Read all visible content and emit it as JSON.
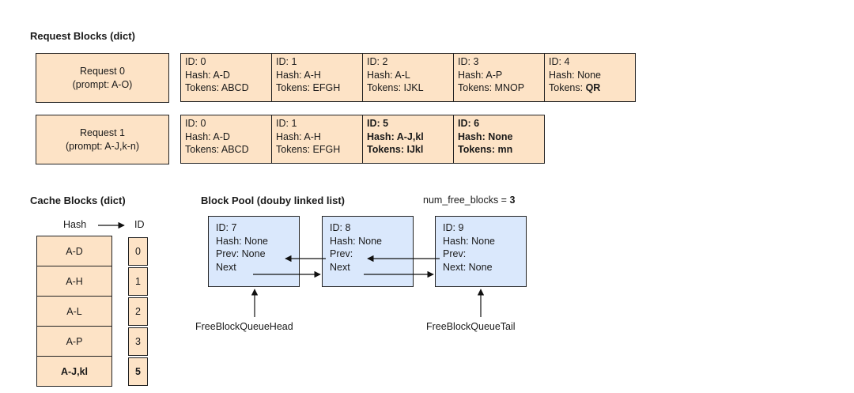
{
  "request_section": {
    "title": "Request Blocks (dict)",
    "requests": [
      {
        "name": "Request 0",
        "prompt": "(prompt: A-O)",
        "blocks": [
          {
            "id": "ID: 0",
            "hash": "Hash: A-D",
            "tokens": "Tokens: ABCD",
            "bold": false
          },
          {
            "id": "ID: 1",
            "hash": "Hash: A-H",
            "tokens": "Tokens: EFGH",
            "bold": false
          },
          {
            "id": "ID: 2",
            "hash": "Hash: A-L",
            "tokens": "Tokens: IJKL",
            "bold": false
          },
          {
            "id": "ID: 3",
            "hash": "Hash: A-P",
            "tokens": "Tokens: MNOP",
            "bold": false
          },
          {
            "id": "ID: 4",
            "hash": "Hash: None",
            "tokens_prefix": "Tokens: ",
            "tokens_bold": "QR",
            "bold": false
          }
        ]
      },
      {
        "name": "Request 1",
        "prompt": "(prompt: A-J,k-n)",
        "blocks": [
          {
            "id": "ID: 0",
            "hash": "Hash: A-D",
            "tokens": "Tokens: ABCD",
            "bold": false
          },
          {
            "id": "ID: 1",
            "hash": "Hash: A-H",
            "tokens": "Tokens: EFGH",
            "bold": false
          },
          {
            "id": "ID: 5",
            "hash": "Hash: A-J,kl",
            "tokens": "Tokens: IJkl",
            "bold": true
          },
          {
            "id": "ID: 6",
            "hash": "Hash: None",
            "tokens": "Tokens: mn",
            "bold": true
          }
        ]
      }
    ]
  },
  "cache_section": {
    "title": "Cache Blocks (dict)",
    "hash_header": "Hash",
    "id_header": "ID",
    "entries": [
      {
        "hash": "A-D",
        "id": "0",
        "bold": false
      },
      {
        "hash": "A-H",
        "id": "1",
        "bold": false
      },
      {
        "hash": "A-L",
        "id": "2",
        "bold": false
      },
      {
        "hash": "A-P",
        "id": "3",
        "bold": false
      },
      {
        "hash": "A-J,kl",
        "id": "5",
        "bold": true
      }
    ]
  },
  "pool_section": {
    "title": "Block Pool (douby linked list)",
    "free_label": "num_free_blocks = ",
    "free_count": "3",
    "blocks": [
      {
        "id": "ID: 7",
        "hash": "Hash: None",
        "prev": "Prev: None",
        "next": "Next"
      },
      {
        "id": "ID: 8",
        "hash": "Hash: None",
        "prev": "Prev:",
        "next": "Next"
      },
      {
        "id": "ID: 9",
        "hash": "Hash: None",
        "prev": "Prev:",
        "next": "Next: None"
      }
    ],
    "head_label": "FreeBlockQueueHead",
    "tail_label": "FreeBlockQueueTail"
  }
}
